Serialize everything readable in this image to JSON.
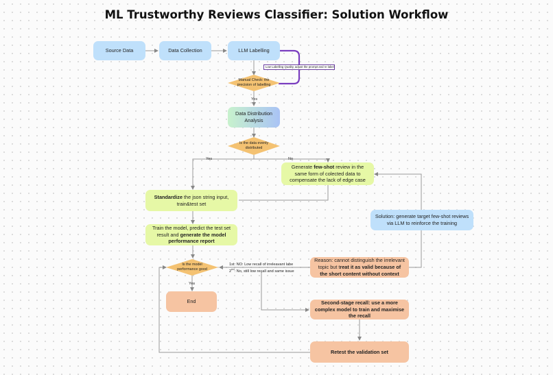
{
  "title": "ML Trustworthy Reviews Classifier: Solution Workflow",
  "nodes": {
    "source_data": "Source Data",
    "data_collection": "Data Collection",
    "llm_labelling": "LLM Labelling",
    "distribution_analysis": "Data Distribution Analysis",
    "few_shot_pre": "Generate ",
    "few_shot_bold": "few-shot",
    "few_shot_post": " review in the same form of colected data to compensate the lack of edge case",
    "standardize_bold": "Standardize",
    "standardize_post": " the json string input, train&test set",
    "train_pre": "Train the model, predict the test set result and ",
    "train_bold": "generate the model performance report",
    "solution": "Solution: generate target few-shot reviews via LLM to reinforce the training",
    "reason_pre": "Reason: cannot distinguish the irrelevant topic but t",
    "reason_bold": "reat it as valid because of the short content without context",
    "second_stage": "Second-stage recall: use a more complex model to train and maximise the recall",
    "end": "End",
    "retest": "Retest the validation set"
  },
  "decisions": {
    "manual_check": "Manual Check: the precision of labelling",
    "evenly": "Is the data evenly distributed",
    "performance": "Is the model performance good"
  },
  "edge_labels": {
    "yes_manual": "Yes",
    "yes_even": "Yes",
    "no_even": "No",
    "yes_perf": "Yes"
  },
  "note": "Low Labelling Quality, adjust the prompt and re label",
  "attempts": {
    "first": "1st: NO: Low recall of irreleavant labe",
    "second_prefix": "2",
    "second_sup": "nd",
    "second_rest": ": No, still low recall and same issue"
  }
}
